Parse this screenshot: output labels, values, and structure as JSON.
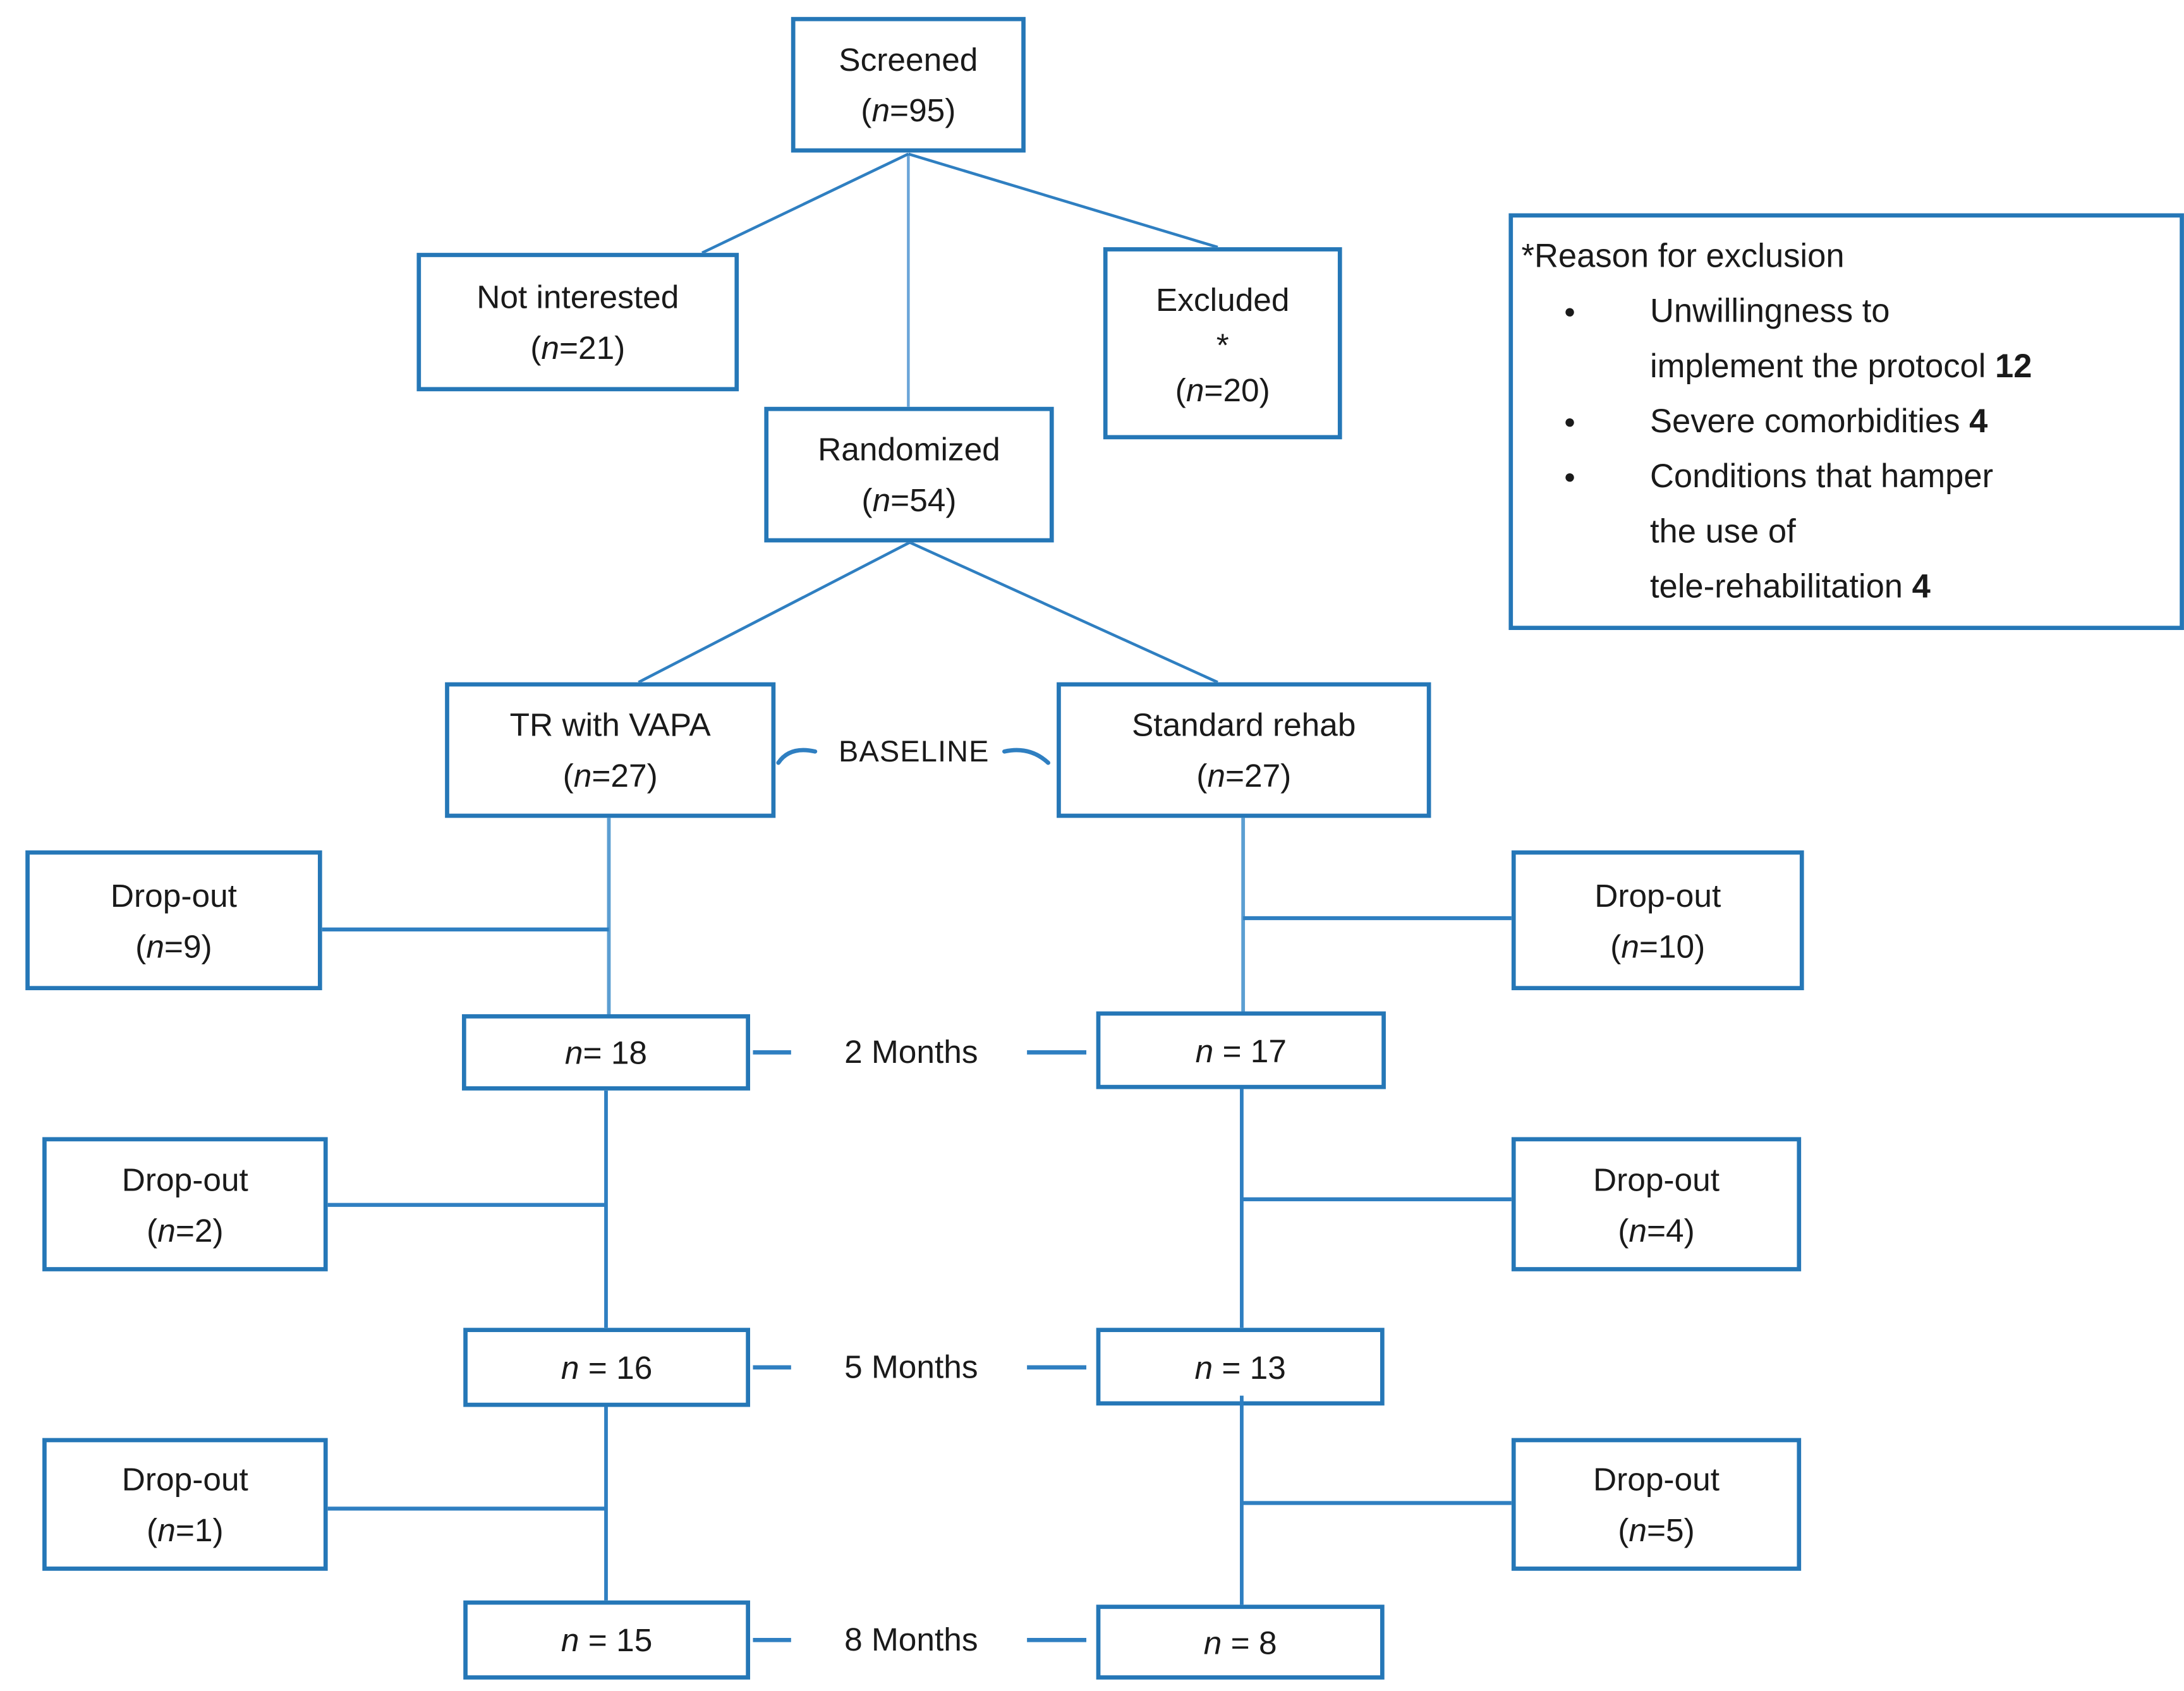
{
  "colors": {
    "box_border": "#2577b7",
    "connector": "#2f7fc1",
    "connector_light": "#6aa5d8",
    "text": "#1a1a1a"
  },
  "boxes": {
    "screened": {
      "label": "Screened",
      "n_open": "(",
      "n_var": "n",
      "n_rest": "=95)"
    },
    "not_interested": {
      "label": "Not interested",
      "n_open": "(",
      "n_var": "n",
      "n_rest": "=21)"
    },
    "excluded": {
      "label": "Excluded",
      "asterisk": "*",
      "n_open": "(",
      "n_var": "n",
      "n_rest": "=20)"
    },
    "randomized": {
      "label": "Randomized",
      "n_open": "(",
      "n_var": "n",
      "n_rest": "=54)"
    },
    "tr_vapa": {
      "label": "TR with VAPA",
      "n_open": "(",
      "n_var": "n",
      "n_rest": "=27)"
    },
    "standard_rehab": {
      "label": "Standard rehab",
      "n_open": "(",
      "n_var": "n",
      "n_rest": "=27)"
    },
    "dropout_tr_baseline": {
      "label": "Drop-out",
      "n_open": "(",
      "n_var": "n",
      "n_rest": "=9)"
    },
    "dropout_sr_baseline": {
      "label": "Drop-out",
      "n_open": "(",
      "n_var": "n",
      "n_rest": "=10)"
    },
    "tr_2_months": {
      "n_var": "n",
      "n_rest": "= 18"
    },
    "sr_2_months": {
      "n_var": "n",
      "n_rest": " = 17"
    },
    "dropout_tr_2m": {
      "label": "Drop-out",
      "n_open": "(",
      "n_var": "n",
      "n_rest": "=2)"
    },
    "dropout_sr_2m": {
      "label": "Drop-out",
      "n_open": "(",
      "n_var": "n",
      "n_rest": "=4)"
    },
    "tr_5_months": {
      "n_var": "n",
      "n_rest": " = 16"
    },
    "sr_5_months": {
      "n_var": "n",
      "n_rest": " = 13"
    },
    "dropout_tr_5m": {
      "label": "Drop-out",
      "n_open": "(",
      "n_var": "n",
      "n_rest": "=1)"
    },
    "dropout_sr_5m": {
      "label": "Drop-out",
      "n_open": "(",
      "n_var": "n",
      "n_rest": "=5)"
    },
    "tr_8_months": {
      "n_var": "n",
      "n_rest": " = 15"
    },
    "sr_8_months": {
      "n_var": "n",
      "n_rest": " = 8"
    }
  },
  "labels": {
    "baseline": "BASELINE",
    "months_2": "2 Months",
    "months_5": "5 Months",
    "months_8": "8 Months"
  },
  "legend": {
    "title": "*Reason for exclusion",
    "bullet_glyph": "●",
    "items": [
      {
        "lines": [
          "Unwillingness to",
          "implement the protocol"
        ],
        "bold": "12"
      },
      {
        "lines": [
          "Severe comorbidities"
        ],
        "bold": "4"
      },
      {
        "lines": [
          "Conditions that hamper",
          "the use of",
          "tele-rehabilitation"
        ],
        "bold": "4"
      }
    ]
  }
}
